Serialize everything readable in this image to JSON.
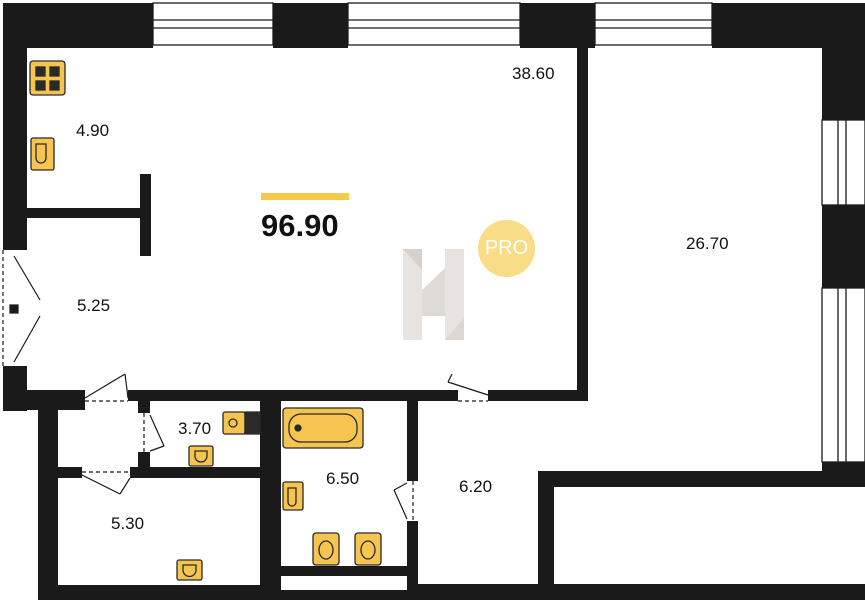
{
  "floor_plan": {
    "total_area": "96.90",
    "badge": "PRO",
    "rooms": [
      {
        "id": "kitchen",
        "area": "4.90"
      },
      {
        "id": "hall",
        "area": "5.25"
      },
      {
        "id": "living",
        "area": "38.60"
      },
      {
        "id": "bedroom",
        "area": "26.70"
      },
      {
        "id": "wc",
        "area": "3.70"
      },
      {
        "id": "storage",
        "area": "5.30"
      },
      {
        "id": "bathroom",
        "area": "6.50"
      },
      {
        "id": "corridor",
        "area": "6.20"
      }
    ]
  },
  "colors": {
    "wall": "#1a1a1a",
    "fixture_fill": "#f5c451",
    "fixture_stroke": "#2a2a2a",
    "accent_bar": "#f7c948",
    "badge": "#f9dc86",
    "watermark": "#e3dfdb"
  }
}
